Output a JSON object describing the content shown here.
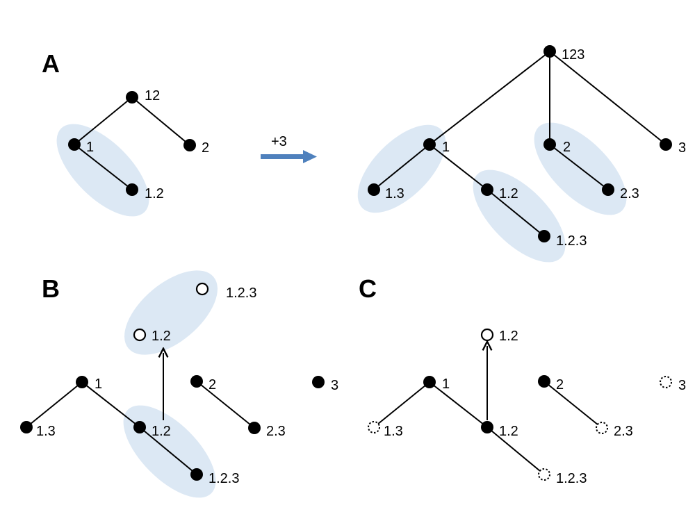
{
  "panels": {
    "a": "A",
    "b": "B",
    "c": "C"
  },
  "transition": {
    "label": "+3",
    "color": "#4f81bd"
  },
  "highlight_color": "#dce8f4",
  "panel_a": {
    "nodes": {
      "n12": "12",
      "n1": "1",
      "n2": "2",
      "n1_2": "1.2"
    }
  },
  "panel_a_result": {
    "nodes": {
      "n123": "123",
      "n1": "1",
      "n2": "2",
      "n3": "3",
      "n1_3": "1.3",
      "n1_2": "1.2",
      "n2_3": "2.3",
      "n1_2_3": "1.2.3"
    }
  },
  "panel_b": {
    "nodes": {
      "n1_2_3_open": "1.2.3",
      "n1_2_open": "1.2",
      "n1": "1",
      "n2": "2",
      "n3": "3",
      "n1_3": "1.3",
      "n1_2": "1.2",
      "n2_3": "2.3",
      "n1_2_3": "1.2.3"
    }
  },
  "panel_c": {
    "nodes": {
      "n1_2_open": "1.2",
      "n1": "1",
      "n2": "2",
      "n3": "3",
      "n1_3": "1.3",
      "n1_2": "1.2",
      "n2_3": "2.3",
      "n1_2_3": "1.2.3"
    }
  }
}
